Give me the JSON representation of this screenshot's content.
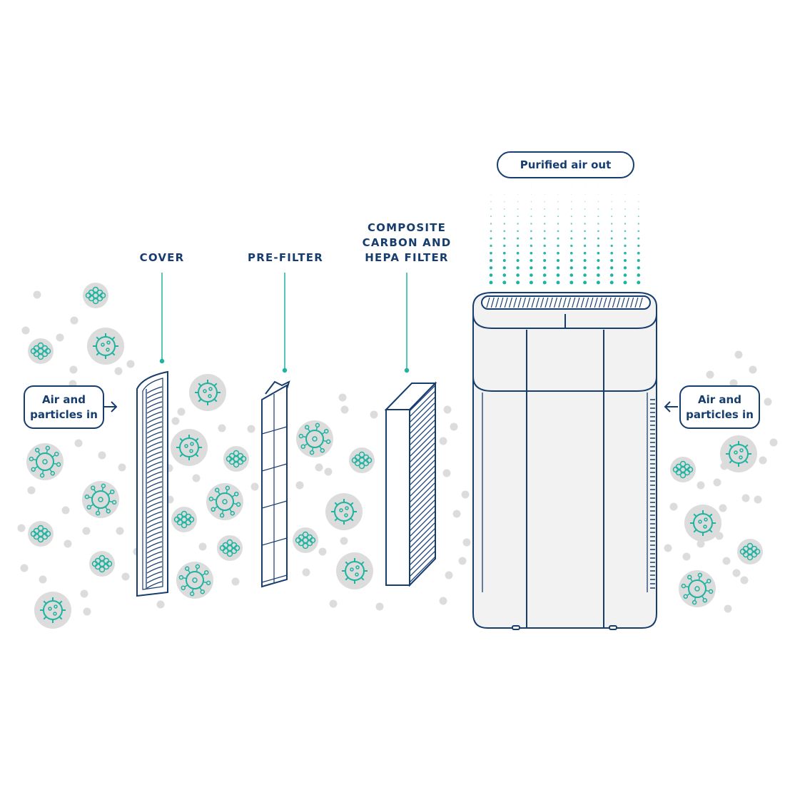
{
  "labels": {
    "cover": "COVER",
    "pre_filter": "PRE-FILTER",
    "composite_line1": "COMPOSITE",
    "composite_line2": "CARBON AND",
    "composite_line3": "HEPA FILTER"
  },
  "callouts": {
    "purified_out": "Purified air out",
    "left_in_line1": "Air and",
    "left_in_line2": "particles in",
    "right_in_line1": "Air and",
    "right_in_line2": "particles in"
  },
  "colors": {
    "navy": "#163d6e",
    "teal": "#1fb3a0",
    "particle_grey": "#dcdcdc",
    "unit_fill": "#f2f2f2"
  }
}
